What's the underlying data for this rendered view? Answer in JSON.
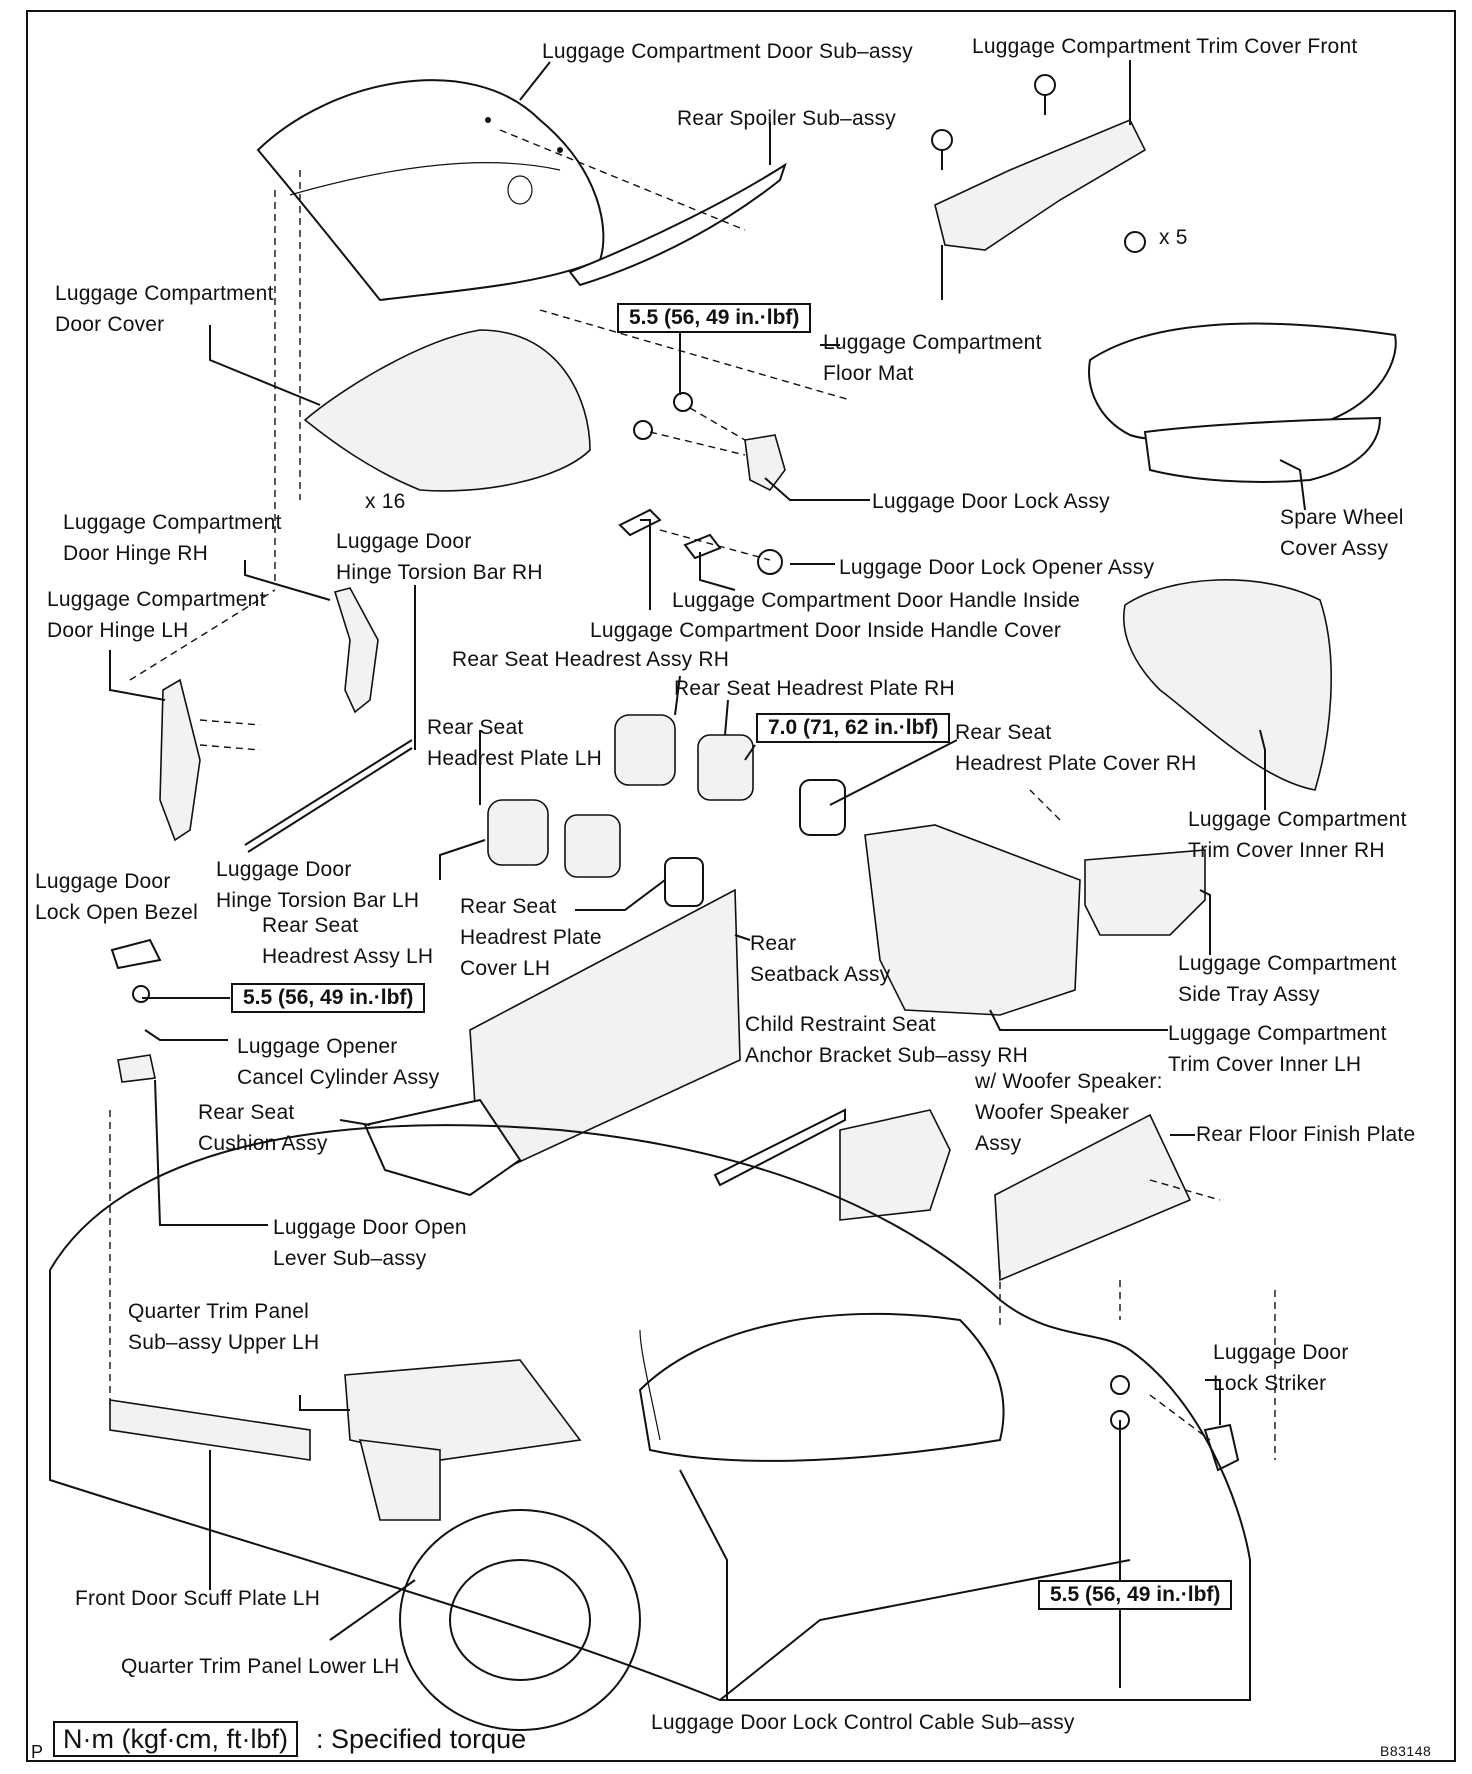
{
  "labels": {
    "door_subassy": "Luggage Compartment Door Sub–assy",
    "trim_cover_front": "Luggage Compartment Trim Cover Front",
    "rear_spoiler": "Rear Spoiler Sub–assy",
    "qty_x5": "x 5",
    "door_cover": "Luggage Compartment\nDoor Cover",
    "floor_mat": "Luggage Compartment\nFloor Mat",
    "qty_x16": "x 16",
    "door_lock_assy": "Luggage Door Lock Assy",
    "spare_wheel_cover": "Spare Wheel\nCover Assy",
    "hinge_rh": "Luggage Compartment\nDoor Hinge RH",
    "torsion_bar_rh": "Luggage Door\nHinge Torsion Bar RH",
    "lock_opener_assy": "Luggage Door Lock Opener Assy",
    "handle_inside": "Luggage Compartment Door Handle Inside",
    "hinge_lh": "Luggage Compartment\nDoor Hinge LH",
    "inside_handle_cover": "Luggage Compartment Door Inside Handle Cover",
    "headrest_rh": "Rear Seat Headrest Assy RH",
    "headrest_plate_rh": "Rear Seat Headrest Plate RH",
    "headrest_plate_lh": "Rear Seat\nHeadrest Plate LH",
    "headrest_plate_cover_rh": "Rear Seat\nHeadrest Plate Cover RH",
    "trim_cover_inner_rh": "Luggage Compartment\nTrim Cover Inner RH",
    "torsion_bar_lh": "Luggage Door\nHinge Torsion Bar LH",
    "lock_open_bezel": "Luggage Door\nLock Open Bezel",
    "headrest_lh": "Rear Seat\nHeadrest Assy LH",
    "headrest_plate_cover_lh": "Rear Seat\nHeadrest Plate\nCover LH",
    "seatback": "Rear\nSeatback Assy",
    "side_tray": "Luggage Compartment\nSide Tray Assy",
    "child_restraint": "Child Restraint Seat\nAnchor Bracket Sub–assy RH",
    "trim_cover_inner_lh": "Luggage Compartment\nTrim Cover Inner LH",
    "opener_cancel": "Luggage Opener\nCancel Cylinder Assy",
    "woofer": "w/ Woofer Speaker:\nWoofer Speaker\nAssy",
    "seat_cushion": "Rear Seat\nCushion Assy",
    "rear_floor_finish": "Rear Floor Finish Plate",
    "open_lever": "Luggage Door Open\nLever Sub–assy",
    "quarter_upper": "Quarter Trim Panel\nSub–assy Upper LH",
    "lock_striker": "Luggage Door\nLock Striker",
    "scuff_plate": "Front Door Scuff Plate LH",
    "quarter_lower": "Quarter Trim Panel Lower LH",
    "control_cable": "Luggage Door Lock Control Cable Sub–assy"
  },
  "torques": {
    "t1": "5.5 (56, 49 in.·lbf)",
    "t2": "7.0 (71, 62 in.·lbf)",
    "t3": "5.5 (56, 49 in.·lbf)",
    "t4": "5.5 (56, 49 in.·lbf)"
  },
  "legend": {
    "box": "N·m (kgf·cm, ft·lbf)",
    "text": ": Specified torque",
    "corner": "P",
    "code": "B83148"
  }
}
